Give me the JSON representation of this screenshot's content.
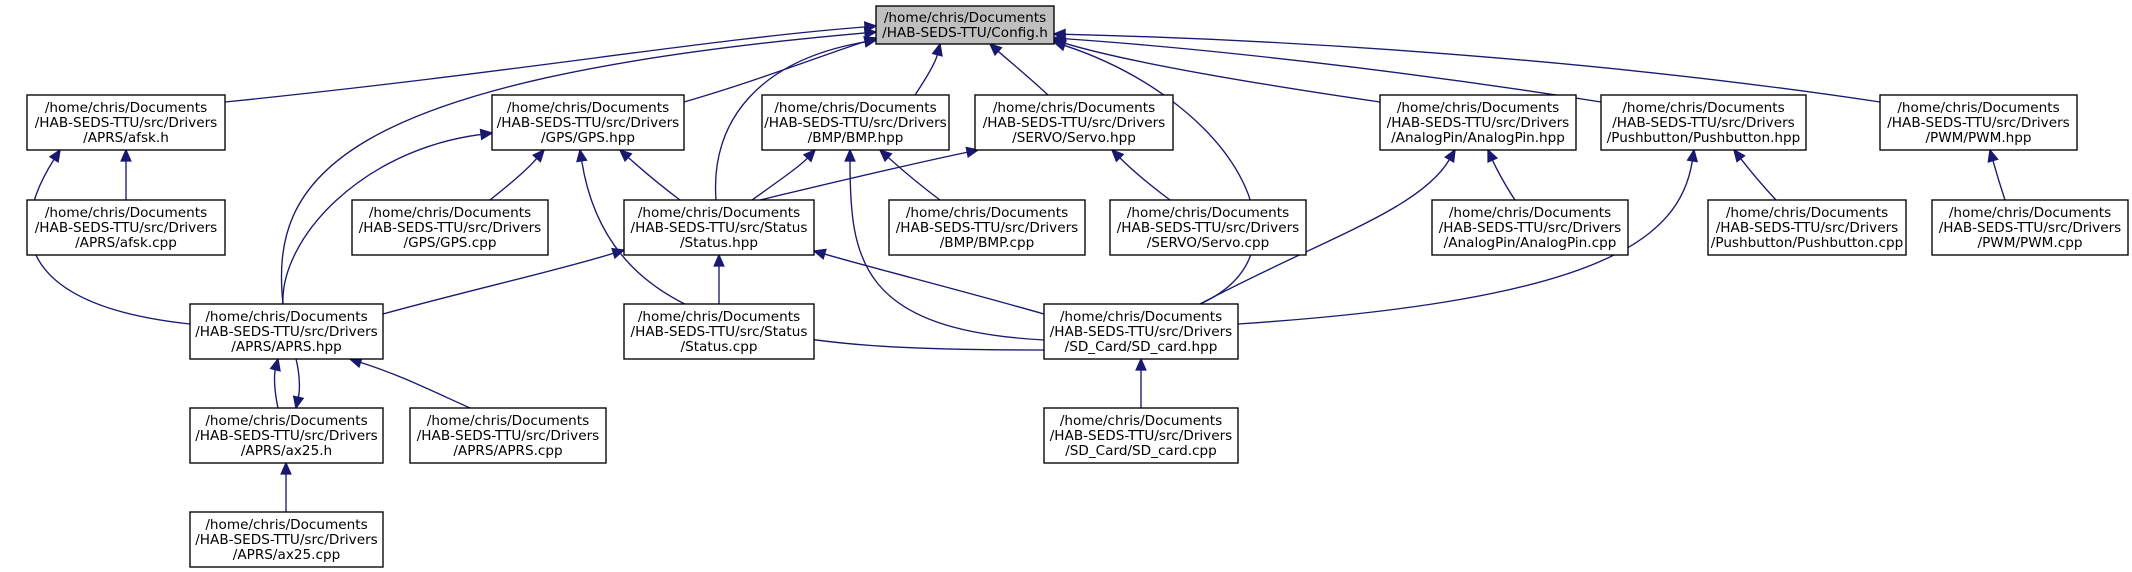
{
  "colors": {
    "edge": "#191970",
    "node_fill": "#ffffff",
    "root_fill": "#bfbfbf",
    "node_border": "#000000"
  },
  "nodes": [
    {
      "id": "config_h",
      "lines": [
        "/home/chris/Documents",
        "/HAB-SEDS-TTU/Config.h"
      ],
      "highlight": true
    },
    {
      "id": "afsk_h",
      "lines": [
        "/home/chris/Documents",
        "/HAB-SEDS-TTU/src/Drivers",
        "/APRS/afsk.h"
      ]
    },
    {
      "id": "gps_hpp",
      "lines": [
        "/home/chris/Documents",
        "/HAB-SEDS-TTU/src/Drivers",
        "/GPS/GPS.hpp"
      ]
    },
    {
      "id": "bmp_hpp",
      "lines": [
        "/home/chris/Documents",
        "/HAB-SEDS-TTU/src/Drivers",
        "/BMP/BMP.hpp"
      ]
    },
    {
      "id": "servo_hpp",
      "lines": [
        "/home/chris/Documents",
        "/HAB-SEDS-TTU/src/Drivers",
        "/SERVO/Servo.hpp"
      ]
    },
    {
      "id": "analogpin_hpp",
      "lines": [
        "/home/chris/Documents",
        "/HAB-SEDS-TTU/src/Drivers",
        "/AnalogPin/AnalogPin.hpp"
      ]
    },
    {
      "id": "pushbutton_hpp",
      "lines": [
        "/home/chris/Documents",
        "/HAB-SEDS-TTU/src/Drivers",
        "/Pushbutton/Pushbutton.hpp"
      ]
    },
    {
      "id": "pwm_hpp",
      "lines": [
        "/home/chris/Documents",
        "/HAB-SEDS-TTU/src/Drivers",
        "/PWM/PWM.hpp"
      ]
    },
    {
      "id": "afsk_cpp",
      "lines": [
        "/home/chris/Documents",
        "/HAB-SEDS-TTU/src/Drivers",
        "/APRS/afsk.cpp"
      ]
    },
    {
      "id": "gps_cpp",
      "lines": [
        "/home/chris/Documents",
        "/HAB-SEDS-TTU/src/Drivers",
        "/GPS/GPS.cpp"
      ]
    },
    {
      "id": "status_hpp",
      "lines": [
        "/home/chris/Documents",
        "/HAB-SEDS-TTU/src/Status",
        "/Status.hpp"
      ]
    },
    {
      "id": "bmp_cpp",
      "lines": [
        "/home/chris/Documents",
        "/HAB-SEDS-TTU/src/Drivers",
        "/BMP/BMP.cpp"
      ]
    },
    {
      "id": "servo_cpp",
      "lines": [
        "/home/chris/Documents",
        "/HAB-SEDS-TTU/src/Drivers",
        "/SERVO/Servo.cpp"
      ]
    },
    {
      "id": "analogpin_cpp",
      "lines": [
        "/home/chris/Documents",
        "/HAB-SEDS-TTU/src/Drivers",
        "/AnalogPin/AnalogPin.cpp"
      ]
    },
    {
      "id": "pushbutton_cpp",
      "lines": [
        "/home/chris/Documents",
        "/HAB-SEDS-TTU/src/Drivers",
        "/Pushbutton/Pushbutton.cpp"
      ]
    },
    {
      "id": "pwm_cpp",
      "lines": [
        "/home/chris/Documents",
        "/HAB-SEDS-TTU/src/Drivers",
        "/PWM/PWM.cpp"
      ]
    },
    {
      "id": "aprs_hpp",
      "lines": [
        "/home/chris/Documents",
        "/HAB-SEDS-TTU/src/Drivers",
        "/APRS/APRS.hpp"
      ]
    },
    {
      "id": "status_cpp",
      "lines": [
        "/home/chris/Documents",
        "/HAB-SEDS-TTU/src/Status",
        "/Status.cpp"
      ]
    },
    {
      "id": "sdcard_hpp",
      "lines": [
        "/home/chris/Documents",
        "/HAB-SEDS-TTU/src/Drivers",
        "/SD_Card/SD_card.hpp"
      ]
    },
    {
      "id": "ax25_h",
      "lines": [
        "/home/chris/Documents",
        "/HAB-SEDS-TTU/src/Drivers",
        "/APRS/ax25.h"
      ]
    },
    {
      "id": "aprs_cpp",
      "lines": [
        "/home/chris/Documents",
        "/HAB-SEDS-TTU/src/Drivers",
        "/APRS/APRS.cpp"
      ]
    },
    {
      "id": "sdcard_cpp",
      "lines": [
        "/home/chris/Documents",
        "/HAB-SEDS-TTU/src/Drivers",
        "/SD_Card/SD_card.cpp"
      ]
    },
    {
      "id": "ax25_cpp",
      "lines": [
        "/home/chris/Documents",
        "/HAB-SEDS-TTU/src/Drivers",
        "/APRS/ax25.cpp"
      ]
    }
  ],
  "edges": [
    {
      "from": "afsk_h",
      "to": "config_h"
    },
    {
      "from": "gps_hpp",
      "to": "config_h"
    },
    {
      "from": "bmp_hpp",
      "to": "config_h"
    },
    {
      "from": "servo_hpp",
      "to": "config_h"
    },
    {
      "from": "analogpin_hpp",
      "to": "config_h"
    },
    {
      "from": "pushbutton_hpp",
      "to": "config_h"
    },
    {
      "from": "pwm_hpp",
      "to": "config_h"
    },
    {
      "from": "aprs_hpp",
      "to": "config_h"
    },
    {
      "from": "status_hpp",
      "to": "config_h"
    },
    {
      "from": "sdcard_hpp",
      "to": "config_h"
    },
    {
      "from": "afsk_cpp",
      "to": "afsk_h"
    },
    {
      "from": "aprs_hpp",
      "to": "afsk_h"
    },
    {
      "from": "gps_cpp",
      "to": "gps_hpp"
    },
    {
      "from": "status_hpp",
      "to": "gps_hpp"
    },
    {
      "from": "aprs_hpp",
      "to": "gps_hpp"
    },
    {
      "from": "sdcard_hpp",
      "to": "gps_hpp"
    },
    {
      "from": "status_hpp",
      "to": "bmp_hpp"
    },
    {
      "from": "bmp_cpp",
      "to": "bmp_hpp"
    },
    {
      "from": "sdcard_hpp",
      "to": "bmp_hpp"
    },
    {
      "from": "status_hpp",
      "to": "servo_hpp"
    },
    {
      "from": "servo_cpp",
      "to": "servo_hpp"
    },
    {
      "from": "analogpin_cpp",
      "to": "analogpin_hpp"
    },
    {
      "from": "sdcard_hpp",
      "to": "analogpin_hpp"
    },
    {
      "from": "pushbutton_cpp",
      "to": "pushbutton_hpp"
    },
    {
      "from": "sdcard_hpp",
      "to": "pushbutton_hpp"
    },
    {
      "from": "pwm_cpp",
      "to": "pwm_hpp"
    },
    {
      "from": "aprs_hpp",
      "to": "status_hpp"
    },
    {
      "from": "status_cpp",
      "to": "status_hpp"
    },
    {
      "from": "sdcard_hpp",
      "to": "status_hpp"
    },
    {
      "from": "ax25_h",
      "to": "aprs_hpp"
    },
    {
      "from": "aprs_cpp",
      "to": "aprs_hpp"
    },
    {
      "from": "aprs_hpp",
      "to": "ax25_h"
    },
    {
      "from": "ax25_cpp",
      "to": "ax25_h"
    },
    {
      "from": "sdcard_cpp",
      "to": "sdcard_hpp"
    }
  ]
}
